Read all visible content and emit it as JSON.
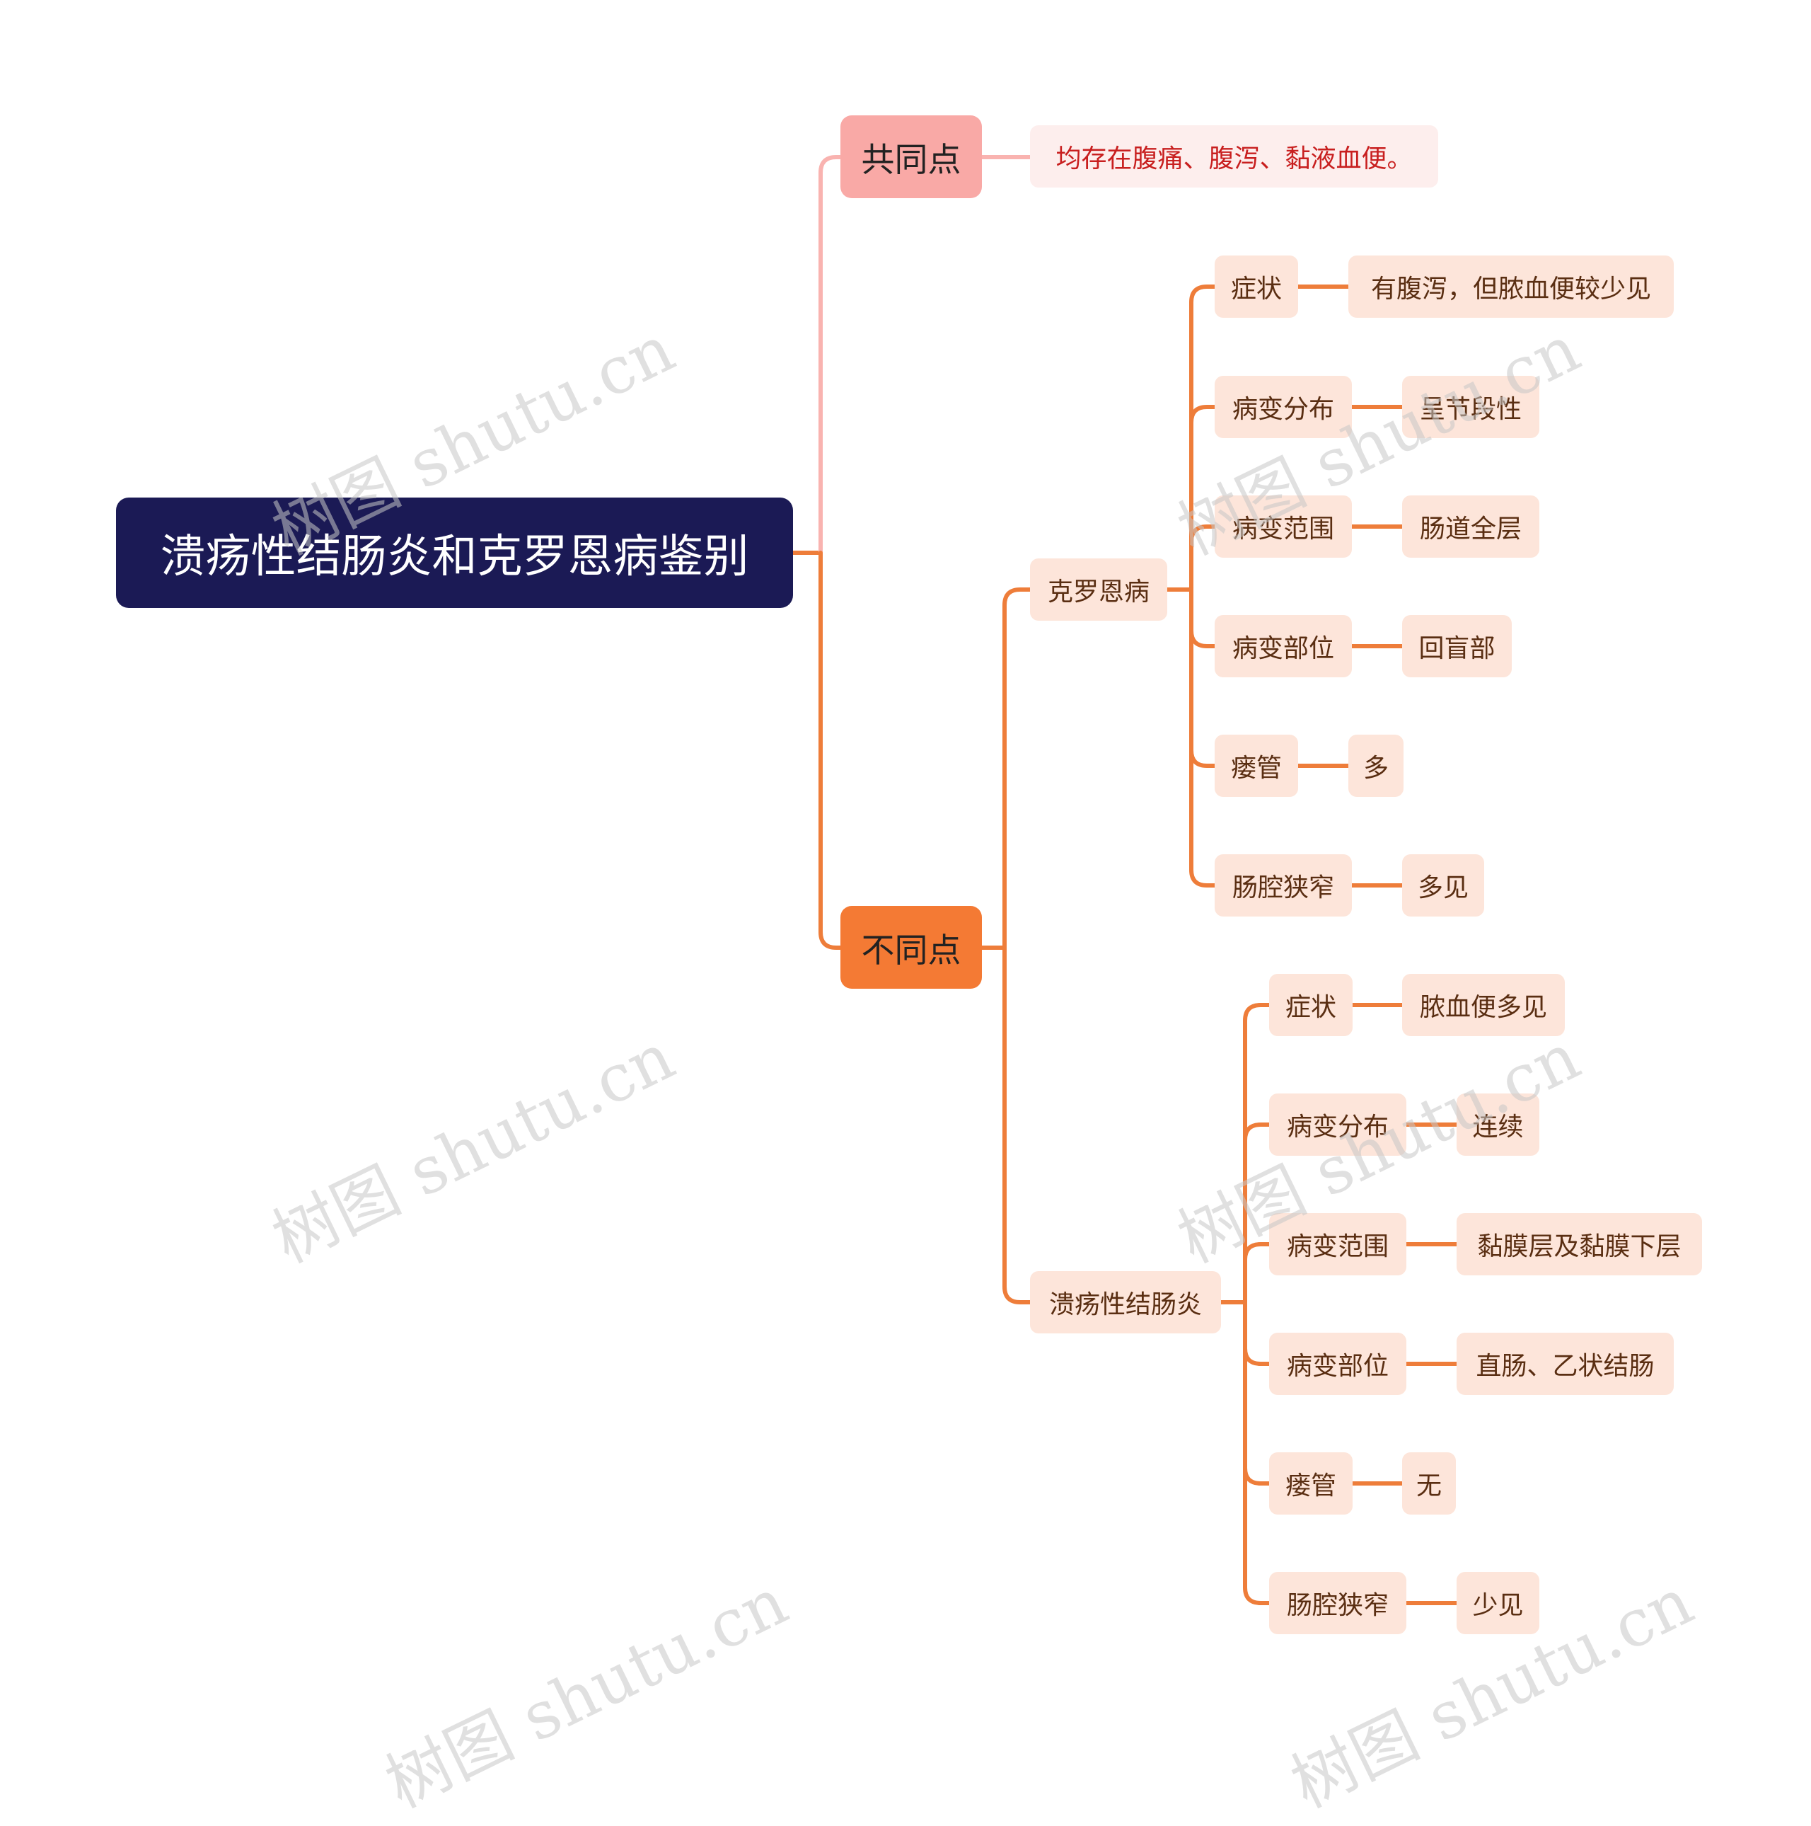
{
  "root": {
    "label": "溃疡性结肠炎和克罗恩病鉴别"
  },
  "branches": {
    "common": {
      "label": "共同点",
      "detail": "均存在腹痛、腹泻、黏液血便。"
    },
    "different": {
      "label": "不同点",
      "crohn": {
        "label": "克罗恩病",
        "items": [
          {
            "key": "症状",
            "value": "有腹泻，但脓血便较少见"
          },
          {
            "key": "病变分布",
            "value": "呈节段性"
          },
          {
            "key": "病变范围",
            "value": "肠道全层"
          },
          {
            "key": "病变部位",
            "value": "回盲部"
          },
          {
            "key": "瘘管",
            "value": "多"
          },
          {
            "key": "肠腔狭窄",
            "value": "多见"
          }
        ]
      },
      "uc": {
        "label": "溃疡性结肠炎",
        "items": [
          {
            "key": "症状",
            "value": "脓血便多见"
          },
          {
            "key": "病变分布",
            "value": "连续"
          },
          {
            "key": "病变范围",
            "value": "黏膜层及黏膜下层"
          },
          {
            "key": "病变部位",
            "value": "直肠、乙状结肠"
          },
          {
            "key": "瘘管",
            "value": "无"
          },
          {
            "key": "肠腔狭窄",
            "value": "少见"
          }
        ]
      }
    }
  },
  "watermark": {
    "text": "树图 shutu.cn"
  },
  "colors": {
    "root_bg": "#1b1a55",
    "common_bg": "#f9a9a6",
    "common_line": "#f9b3b0",
    "different_bg": "#f47a34",
    "different_line": "#ee7d3a",
    "leaf_bg": "#fde5da",
    "leaf_text": "#5a2e12",
    "common_text": "#c81f1f"
  }
}
